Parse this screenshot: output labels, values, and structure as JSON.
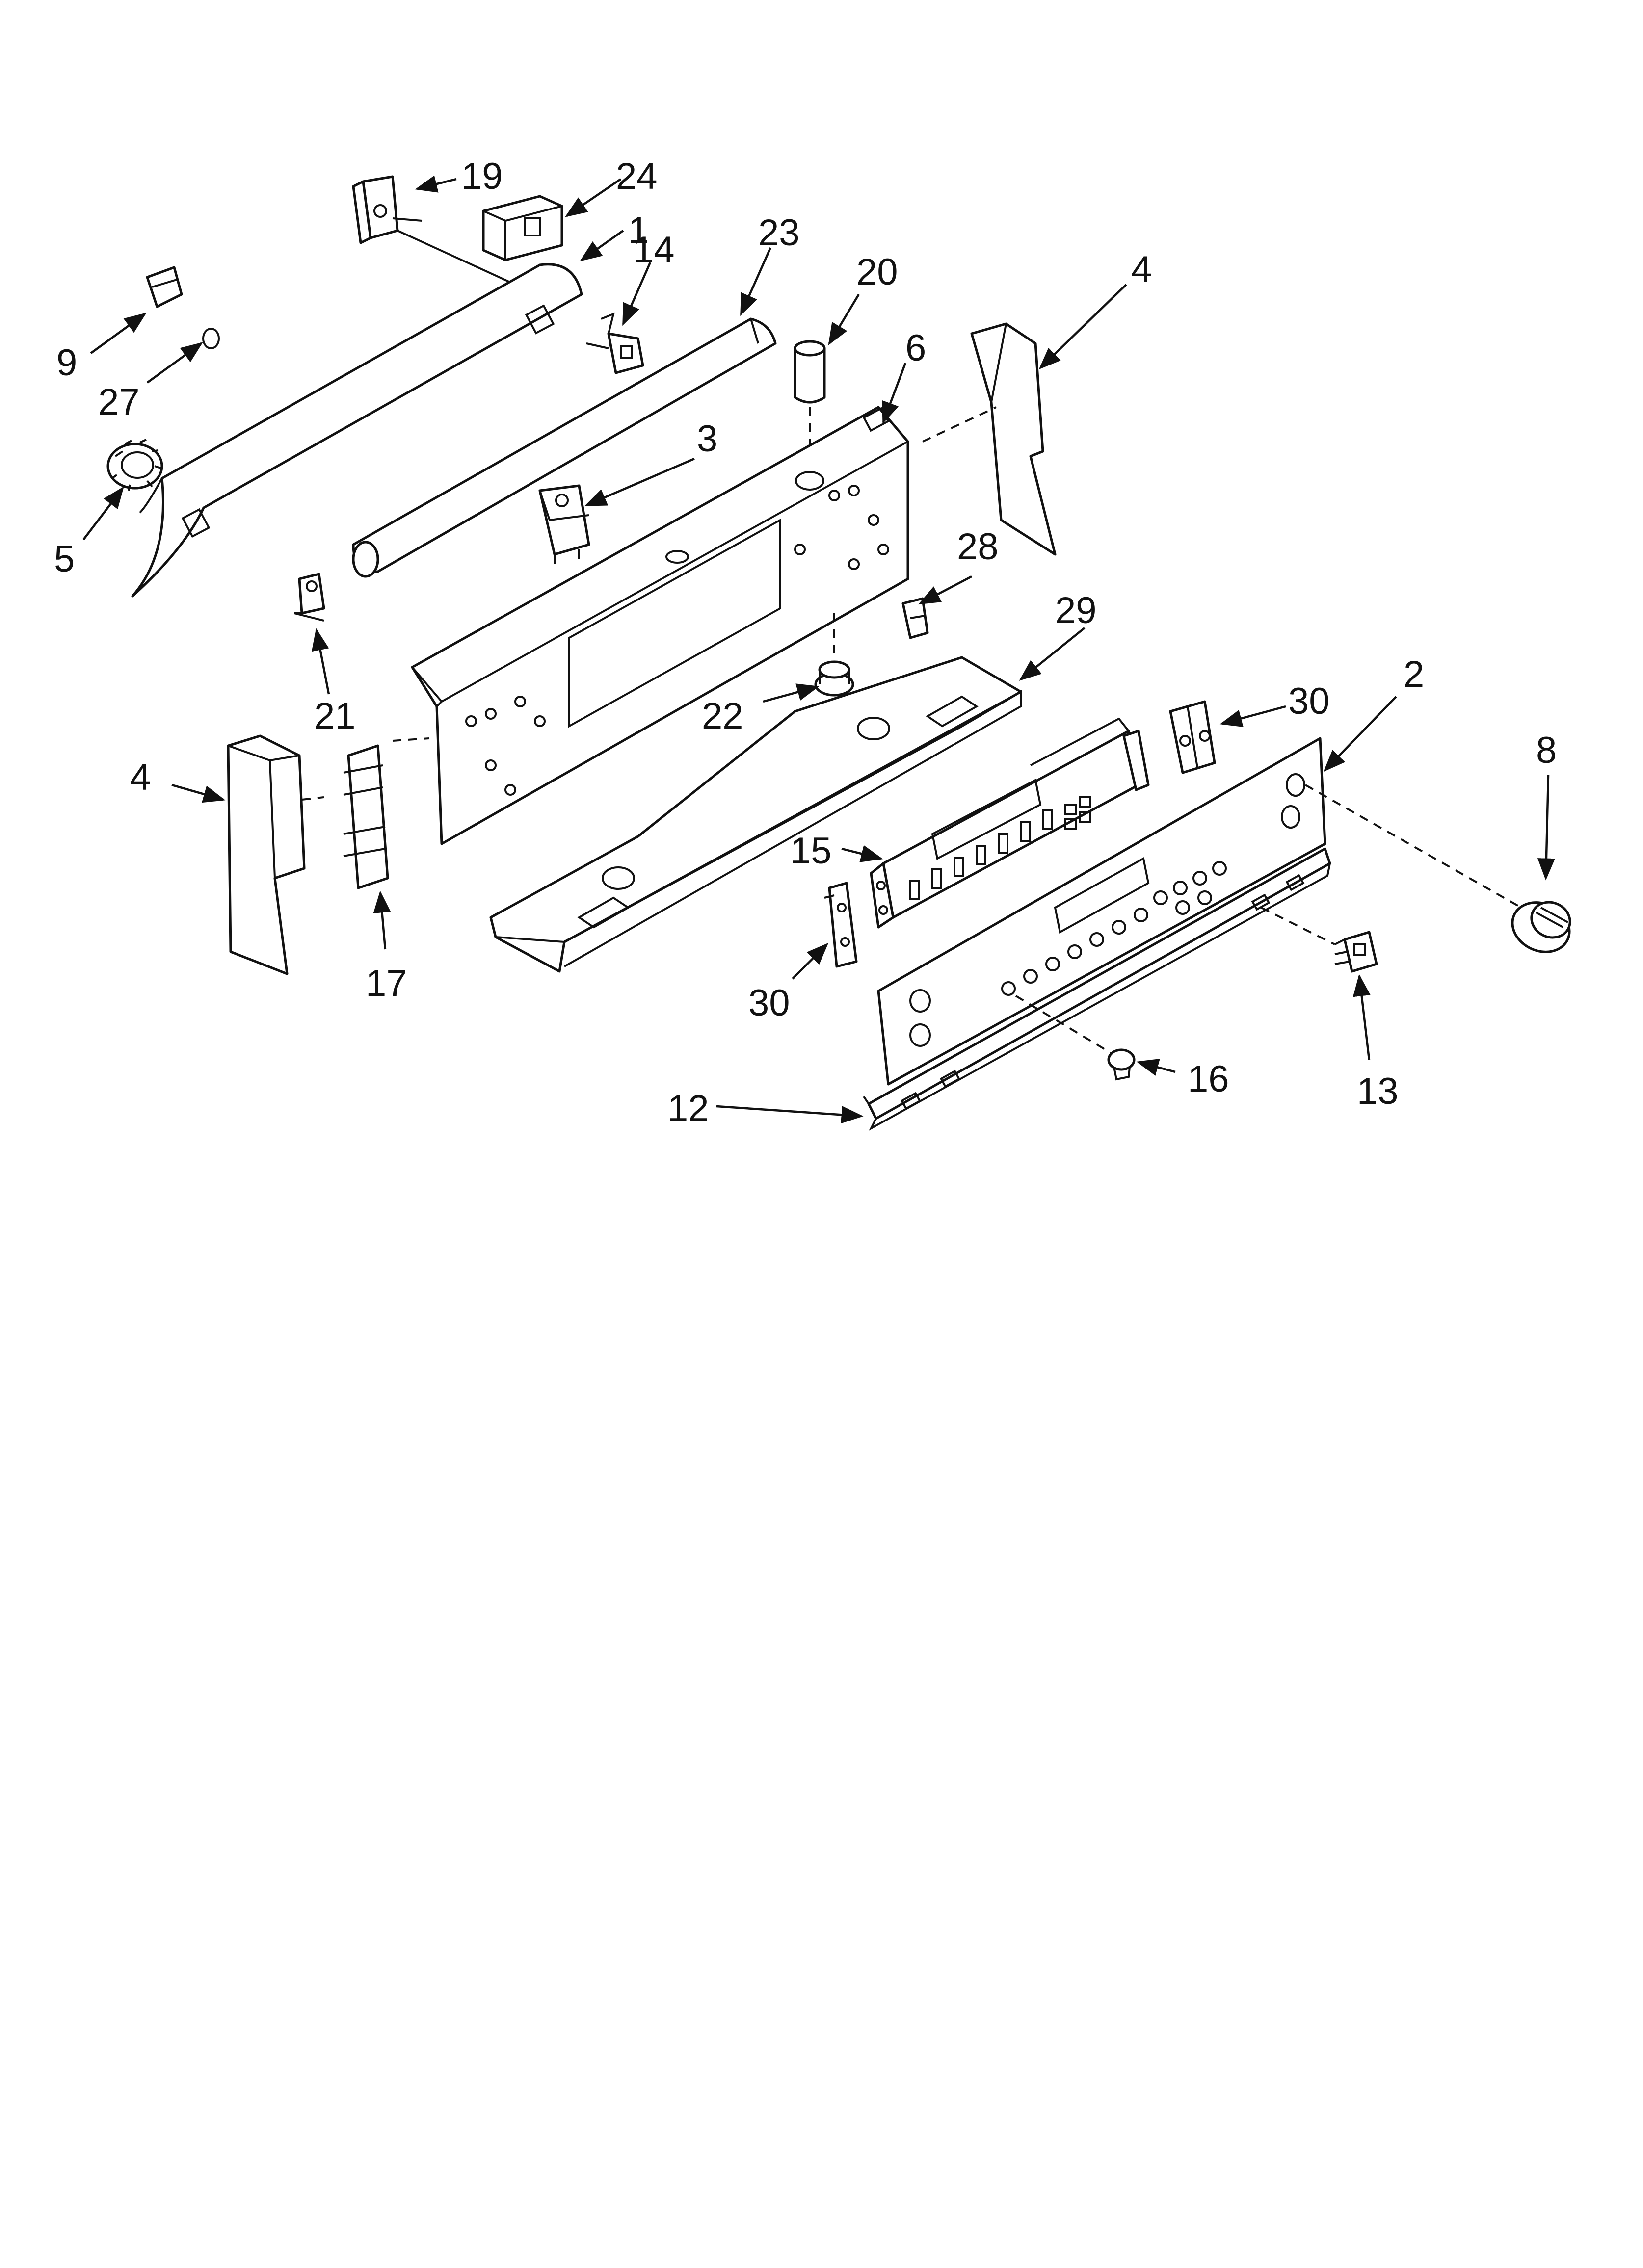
{
  "callouts": {
    "p1": "1",
    "p2": "2",
    "p3": "3",
    "p4a": "4",
    "p4b": "4",
    "p5": "5",
    "p6": "6",
    "p8": "8",
    "p9": "9",
    "p12": "12",
    "p13": "13",
    "p14": "14",
    "p15": "15",
    "p16": "16",
    "p17": "17",
    "p19": "19",
    "p20": "20",
    "p21": "21",
    "p22": "22",
    "p23": "23",
    "p24": "24",
    "p27": "27",
    "p28": "28",
    "p29": "29",
    "p30a": "30",
    "p30b": "30"
  },
  "colors": {
    "ink": "#111111",
    "paper": "#ffffff"
  }
}
